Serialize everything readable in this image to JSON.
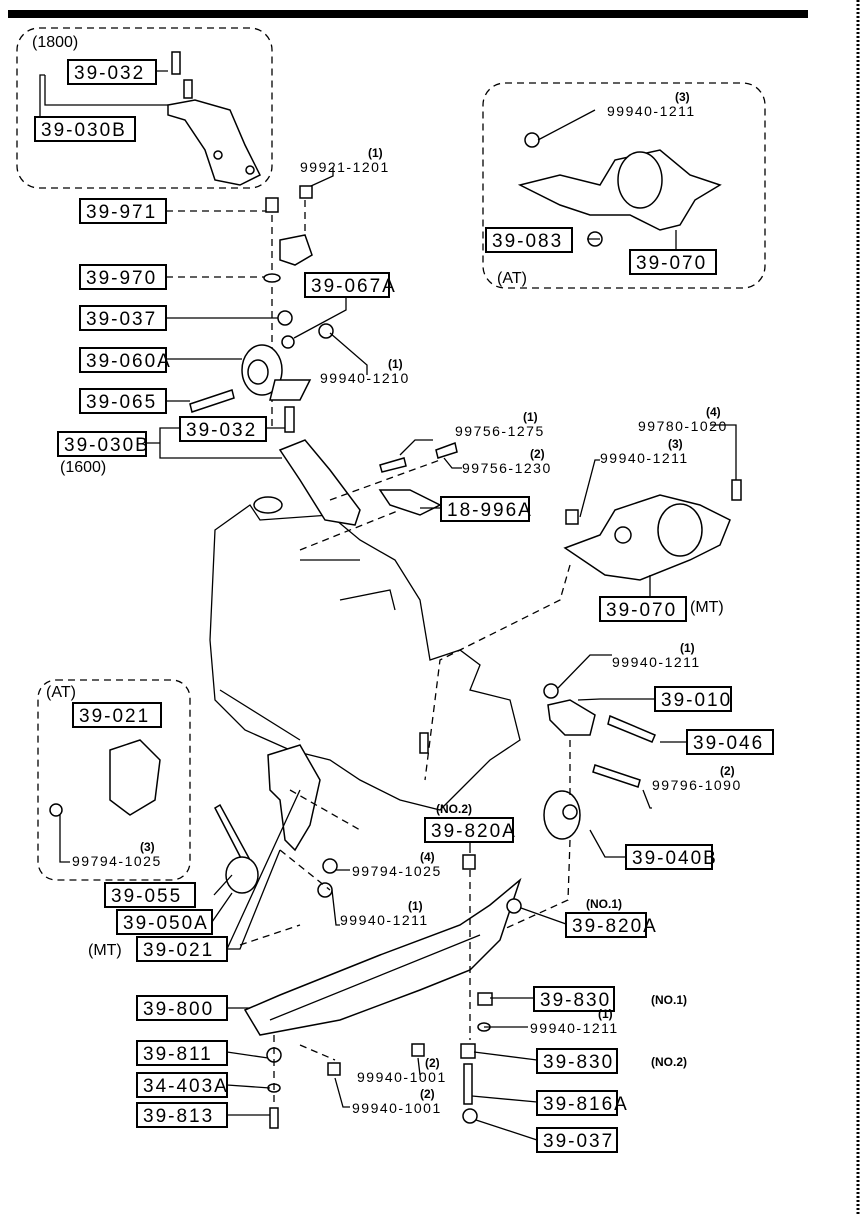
{
  "boxed_parts": [
    {
      "id": "39-032"
    },
    {
      "id": "39-030B"
    },
    {
      "id": "39-971"
    },
    {
      "id": "39-970"
    },
    {
      "id": "39-067A"
    },
    {
      "id": "39-037"
    },
    {
      "id": "39-060A"
    },
    {
      "id": "39-065"
    },
    {
      "id": "39-032"
    },
    {
      "id": "39-030B"
    },
    {
      "id": "18-996A"
    },
    {
      "id": "39-083"
    },
    {
      "id": "39-070"
    },
    {
      "id": "39-070"
    },
    {
      "id": "39-021"
    },
    {
      "id": "39-010"
    },
    {
      "id": "39-046"
    },
    {
      "id": "39-040B"
    },
    {
      "id": "39-820A"
    },
    {
      "id": "39-055"
    },
    {
      "id": "39-050A"
    },
    {
      "id": "39-021"
    },
    {
      "id": "39-820A"
    },
    {
      "id": "39-800"
    },
    {
      "id": "39-830"
    },
    {
      "id": "39-811"
    },
    {
      "id": "39-830"
    },
    {
      "id": "34-403A"
    },
    {
      "id": "39-816A"
    },
    {
      "id": "39-813"
    },
    {
      "id": "39-037"
    }
  ],
  "box_notes": {
    "mt1": "(MT)",
    "mt2": "(MT)",
    "no2_top": "(NO.2)",
    "no1_top": "(NO.1)",
    "no1_830": "(NO.1)",
    "no2_830": "(NO.2)"
  },
  "callouts": [
    {
      "part": "99921-1201",
      "qty": "(1)"
    },
    {
      "part": "99940-1211",
      "qty": "(3)"
    },
    {
      "part": "99940-1210",
      "qty": "(1)"
    },
    {
      "part": "99756-1275",
      "qty": "(1)"
    },
    {
      "part": "99756-1230",
      "qty": "(2)"
    },
    {
      "part": "99780-1020",
      "qty": "(4)"
    },
    {
      "part": "99940-1211",
      "qty": "(3)"
    },
    {
      "part": "99940-1211",
      "qty": "(1)"
    },
    {
      "part": "99796-1090",
      "qty": "(2)"
    },
    {
      "part": "99794-1025",
      "qty": "(3)"
    },
    {
      "part": "99794-1025",
      "qty": "(4)"
    },
    {
      "part": "99940-1211",
      "qty": "(1)"
    },
    {
      "part": "99940-1211",
      "qty": "(1)"
    },
    {
      "part": "99940-1001",
      "qty": "(2)"
    },
    {
      "part": "99940-1001",
      "qty": "(2)"
    }
  ],
  "groups": {
    "g1800": "(1800)",
    "g1600": "(1600)",
    "at_top": "(AT)",
    "at_left": "(AT)"
  }
}
